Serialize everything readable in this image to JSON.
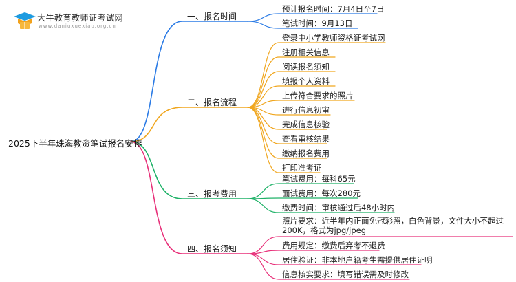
{
  "logo": {
    "title": "大牛教育教师证考试网",
    "url": "www.daniuxuexiao.org.cn"
  },
  "root": "2025下半年珠海教资笔试报名安排",
  "branches": [
    {
      "label": "一、报名时间",
      "color": "#2b7be5",
      "leaves": [
        "预计报名时间：7月4日至7日",
        "笔试时间：9月13日"
      ]
    },
    {
      "label": "二、报名流程",
      "color": "#f0a61e",
      "leaves": [
        "登录中小学教师资格证考试网",
        "注册相关信息",
        "阅读报名须知",
        "填报个人资料",
        "上传符合要求的照片",
        "进行信息初审",
        "完成信息核验",
        "查看审核结果",
        "缴纳报名费用",
        "打印准考证"
      ]
    },
    {
      "label": "三、报考费用",
      "color": "#1fb268",
      "leaves": [
        "笔试费用：每科65元",
        "面试费用：每次280元",
        "缴费时间：审核通过后48小时内"
      ]
    },
    {
      "label": "四、报名须知",
      "color": "#e8317a",
      "leaves": [
        "照片要求：近半年内正面免冠彩照，白色背景，文件大小不超过200K，格式为jpg/jpeg",
        "费用规定：缴费后弃考不退费",
        "居住验证：非本地户籍考生需提供居住证明",
        "信息核实要求：填写错误需及时修改"
      ]
    }
  ]
}
